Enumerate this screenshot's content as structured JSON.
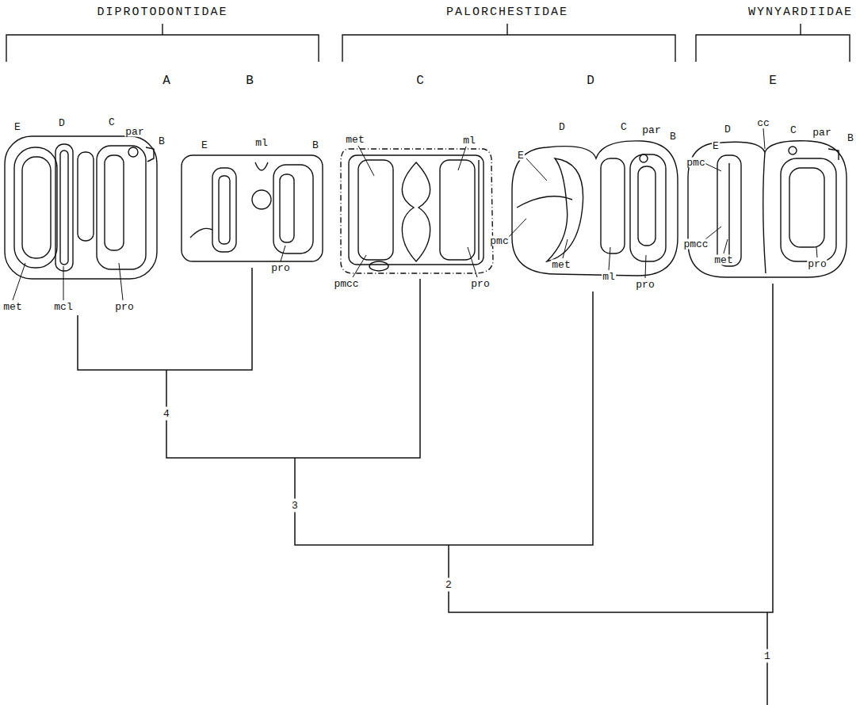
{
  "diagram": {
    "labels": [
      "DIPROTODONTIDAE",
      "PALORCHESTIDAE",
      "WYNYARDIIDAE",
      "A",
      "B",
      "C",
      "D",
      "E",
      "E",
      "D",
      "C",
      "par",
      "B",
      "met",
      "mcl",
      "pro",
      "E",
      "ml",
      "B",
      "pro",
      "met",
      "ml",
      "pmcc",
      "pro",
      "D",
      "C",
      "par",
      "B",
      "E",
      "pmc",
      "met",
      "ml",
      "pro",
      "D",
      "cc",
      "C",
      "par",
      "B",
      "E",
      "pmc",
      "pmcc",
      "met",
      "pro",
      "4",
      "3",
      "2",
      "1"
    ]
  }
}
